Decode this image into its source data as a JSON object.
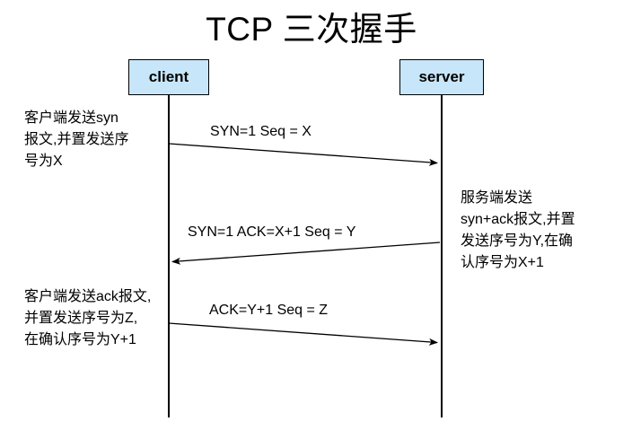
{
  "title": "TCP 三次握手",
  "actors": [
    {
      "id": "client",
      "label": "client"
    },
    {
      "id": "server",
      "label": "server"
    }
  ],
  "messages": [
    {
      "id": "syn",
      "label": "SYN=1  Seq = X",
      "direction": "client-to-server"
    },
    {
      "id": "syn-ack",
      "label": "SYN=1  ACK=X+1 Seq = Y",
      "direction": "server-to-client"
    },
    {
      "id": "ack",
      "label": "ACK=Y+1 Seq = Z",
      "direction": "client-to-server"
    }
  ],
  "notes": {
    "client_syn": "客户端发送syn\n报文,并置发送序\n号为X",
    "server_syn_ack": "服务端发送\nsyn+ack报文,并置\n发送序号为Y,在确\n认序号为X+1",
    "client_ack": "客户端发送ack报文,\n并置发送序号为Z,\n在确认序号为Y+1"
  },
  "colors": {
    "actor_fill": "#c8e6f9",
    "stroke": "#000000",
    "background": "#ffffff"
  }
}
